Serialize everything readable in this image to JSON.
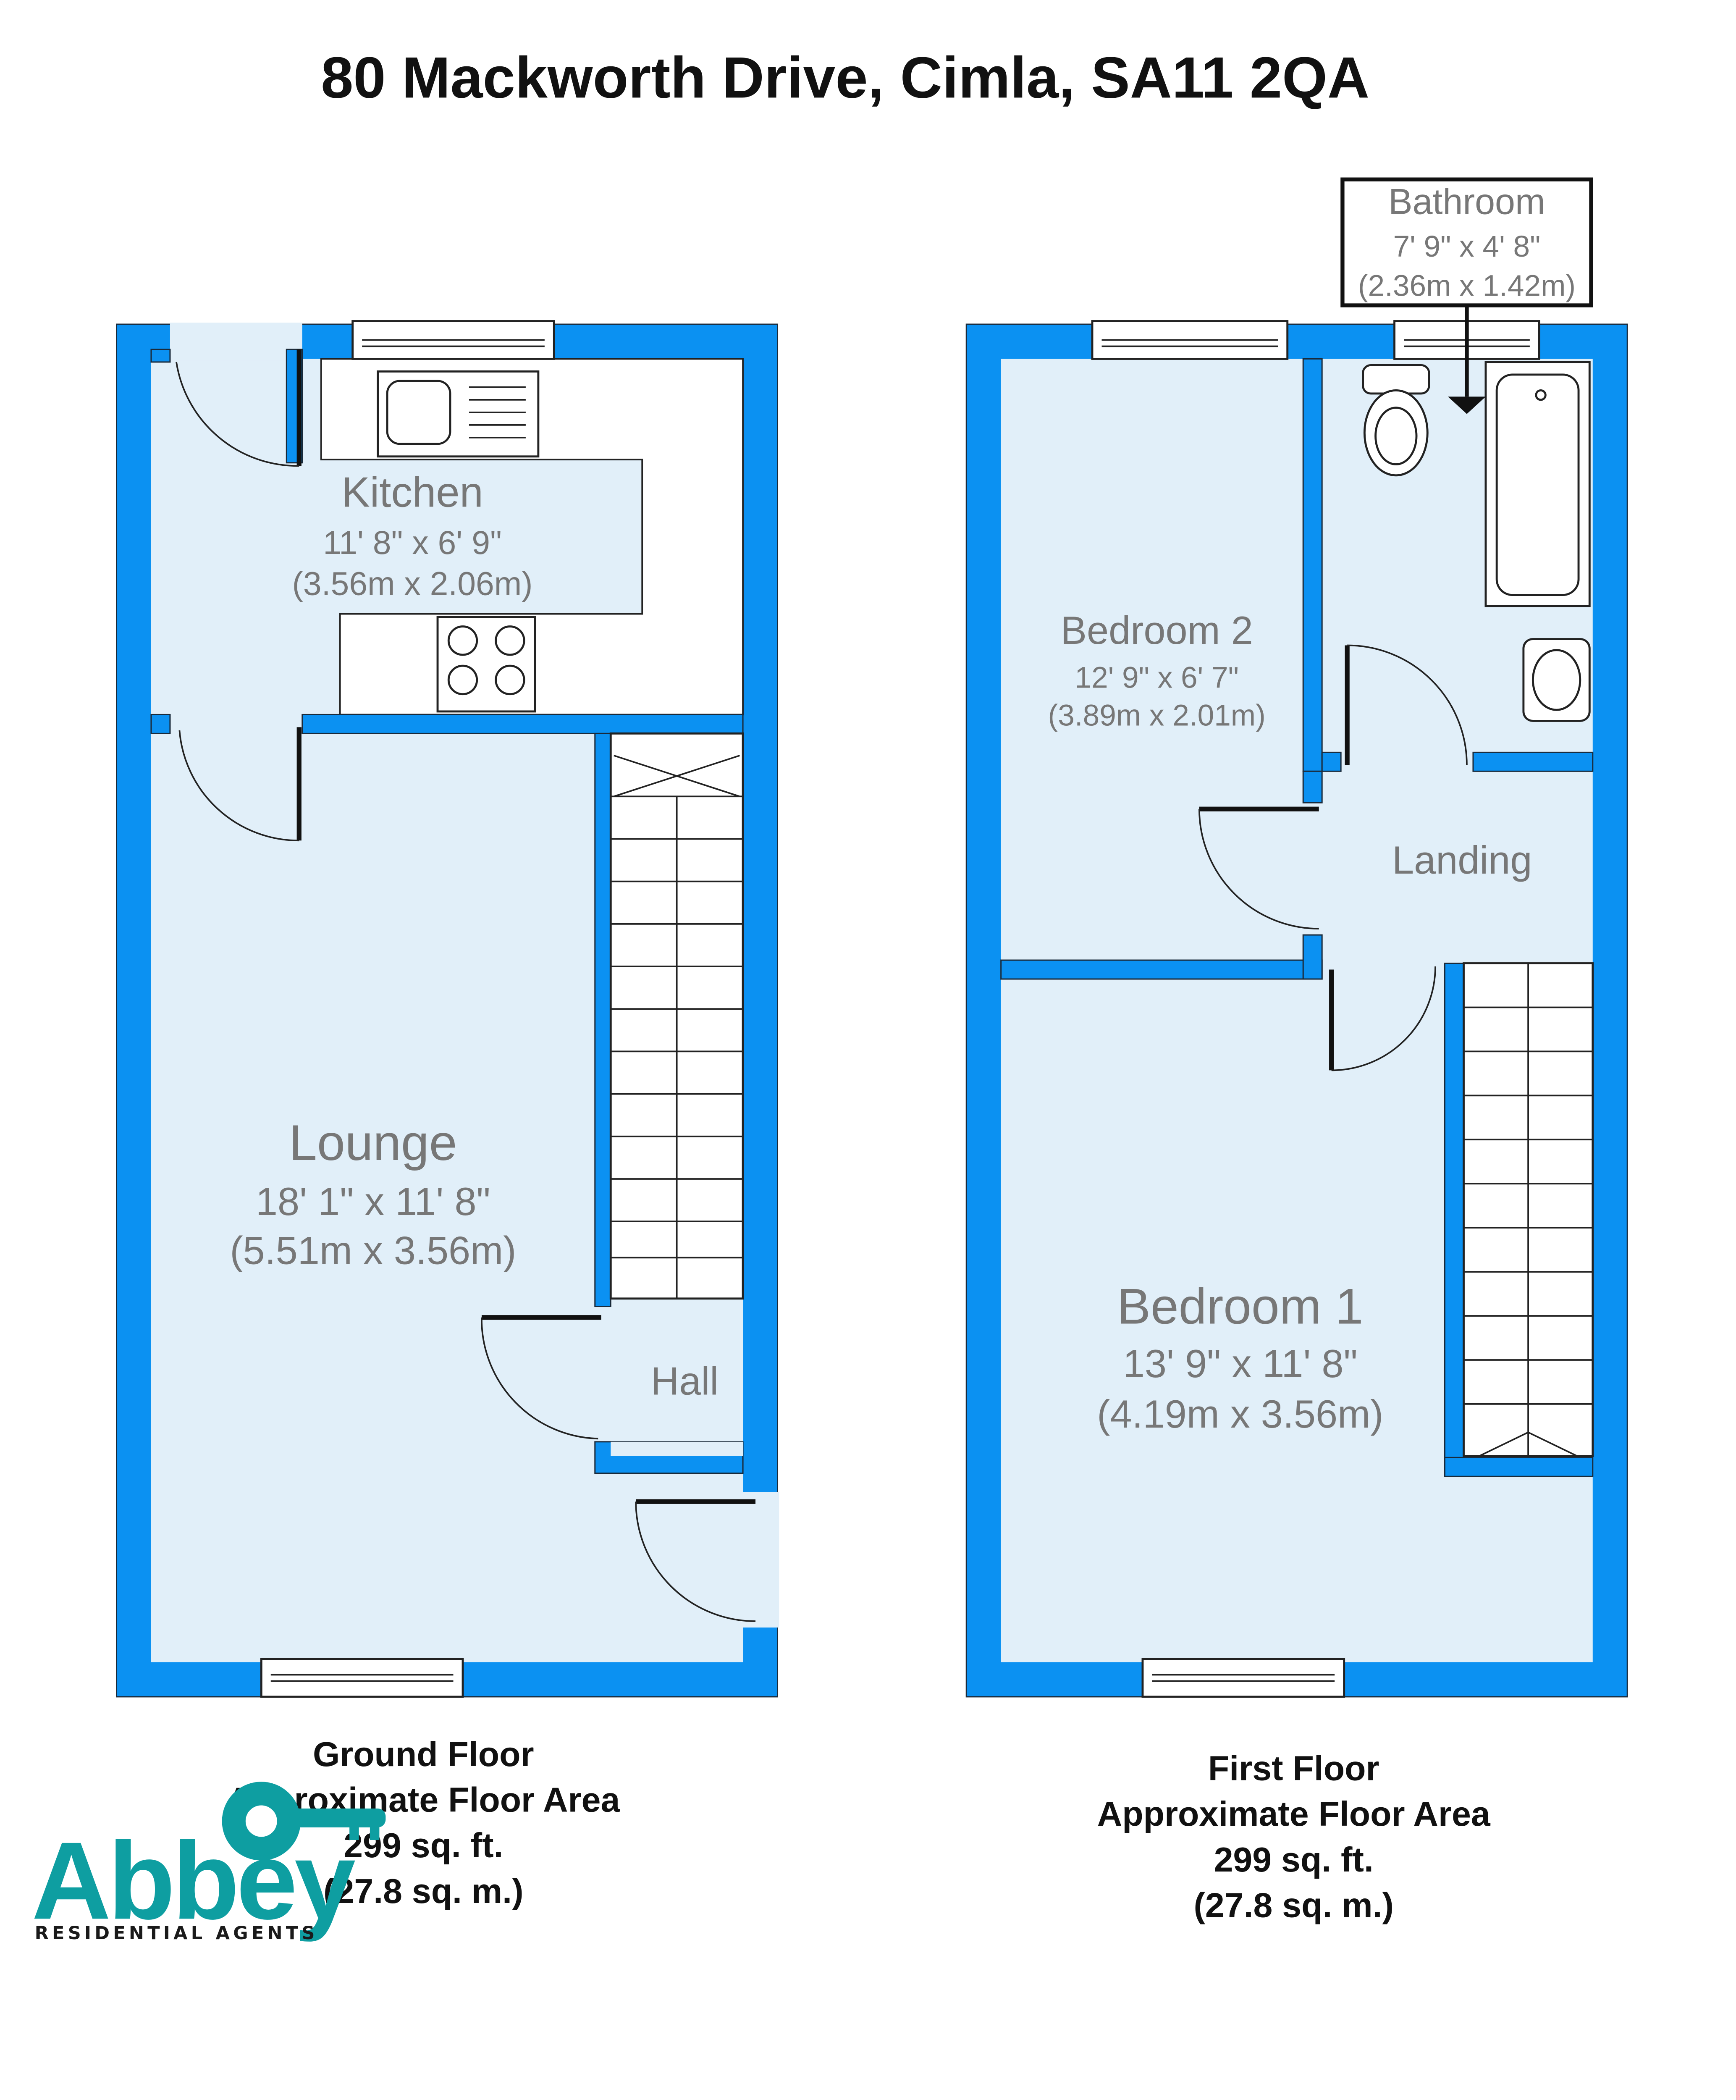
{
  "title": "80 Mackworth Drive, Cimla, SA11 2QA",
  "colors": {
    "wall": "#0b91f2",
    "floor": "#e1eff9",
    "brand": "#0e9ea1"
  },
  "ground_floor": {
    "rooms": {
      "kitchen": {
        "name": "Kitchen",
        "imperial": "11' 8\" x 6' 9\"",
        "metric": "(3.56m x 2.06m)"
      },
      "lounge": {
        "name": "Lounge",
        "imperial": "18' 1\" x 11' 8\"",
        "metric": "(5.51m x 3.56m)"
      },
      "hall": {
        "name": "Hall"
      }
    },
    "label": "Ground Floor",
    "area_label": "Approximate Floor Area",
    "area_sqft": "299 sq. ft.",
    "area_sqm": "(27.8 sq. m.)"
  },
  "first_floor": {
    "rooms": {
      "bathroom": {
        "name": "Bathroom",
        "imperial": "7' 9\" x 4' 8\"",
        "metric": "(2.36m x 1.42m)"
      },
      "bedroom2": {
        "name": "Bedroom 2",
        "imperial": "12' 9\" x 6' 7\"",
        "metric": "(3.89m x 2.01m)"
      },
      "landing": {
        "name": "Landing"
      },
      "bedroom1": {
        "name": "Bedroom 1",
        "imperial": "13' 9\" x 11' 8\"",
        "metric": "(4.19m x 3.56m)"
      }
    },
    "label": "First Floor",
    "area_label": "Approximate Floor Area",
    "area_sqft": "299 sq. ft.",
    "area_sqm": "(27.8 sq. m.)"
  },
  "logo": {
    "brand": "Abbey",
    "tagline": "RESIDENTIAL AGENTS"
  }
}
